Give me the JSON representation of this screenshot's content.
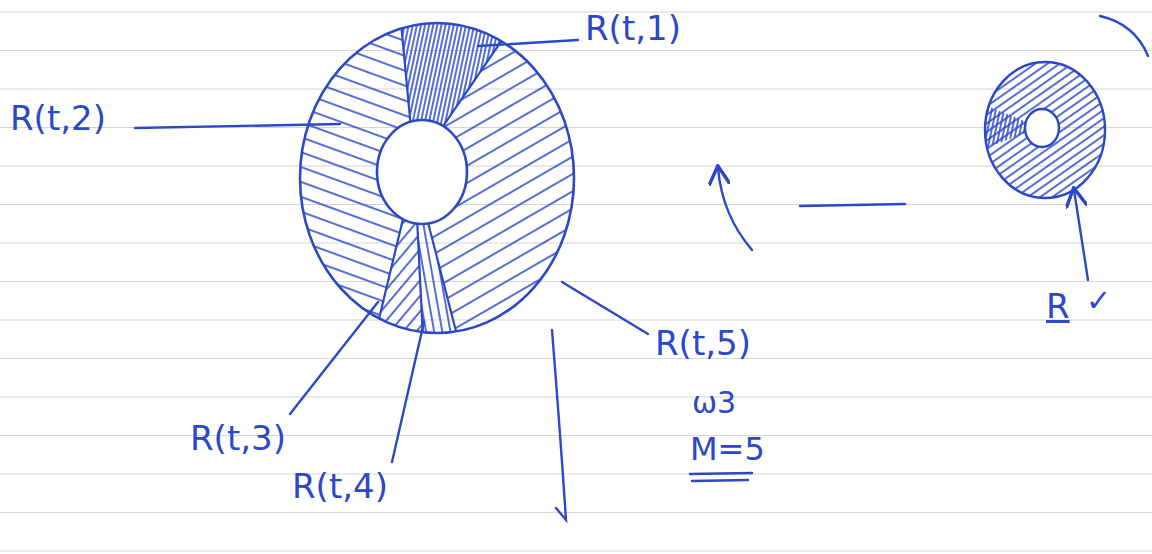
{
  "diagram": {
    "labels": [
      "R(t,1)",
      "R(t,2)",
      "R(t,3)",
      "R(t,4)",
      "R(t,5)",
      "R",
      "✓",
      "ω3",
      "M=5"
    ]
  }
}
